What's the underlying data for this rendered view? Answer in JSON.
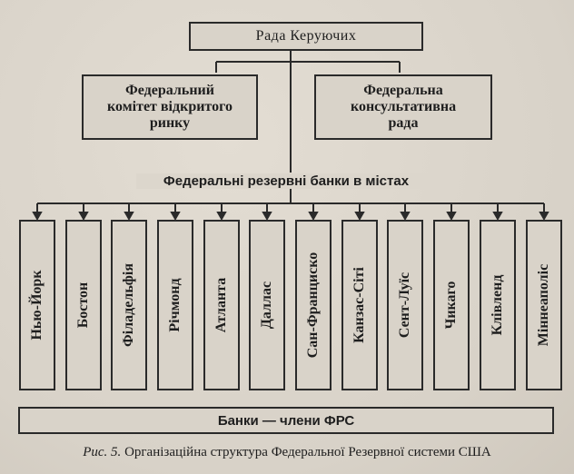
{
  "board": {
    "label": "Рада Керуючих"
  },
  "fomc": {
    "lines": [
      "Федеральний",
      "комітет відкритого",
      "ринку"
    ]
  },
  "advisory_council": {
    "lines": [
      "Федеральна",
      "консультативна",
      "рада"
    ]
  },
  "reserve_banks": {
    "label": "Федеральні резервні банки в містах",
    "cities": [
      "Нью-Йорк",
      "Бостон",
      "Філадельфія",
      "Річмонд",
      "Атланта",
      "Даллас",
      "Сан-Франциско",
      "Канзас-Сіті",
      "Сент-Луїс",
      "Чикаго",
      "Клівленд",
      "Міннеаполіс"
    ]
  },
  "member_banks": {
    "label": "Банки — члени ФРС"
  },
  "caption": {
    "prefix": "Рис. 5.",
    "text": "Організаційна структура  Федеральної Резервної системи США"
  }
}
